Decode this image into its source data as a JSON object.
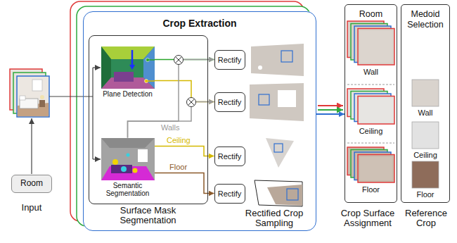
{
  "diagram": {
    "nodes": [
      {
        "text": [
          "Room"
        ]
      },
      {
        "text": [
          "Crop Extraction"
        ]
      },
      {
        "text": [
          "Surface Mask Segmentation"
        ],
        "in": 1
      },
      {
        "text": [
          "Plane Detection"
        ],
        "in": 2
      },
      {
        "text": [
          "Semantic Segmentation"
        ],
        "in": 2
      },
      {
        "text": [
          "Rectify"
        ],
        "in": 1
      },
      {
        "text": [
          "Rectify"
        ],
        "in": 1
      },
      {
        "text": [
          "Rectify"
        ],
        "in": 1
      },
      {
        "text": [
          "Rectify"
        ],
        "in": 1
      },
      {
        "text": [
          "Room"
        ]
      },
      {
        "text": [
          "Wall"
        ],
        "in": 9
      },
      {
        "text": [
          "Ceiling"
        ],
        "in": 9
      },
      {
        "text": [
          "Floor"
        ],
        "in": 9
      },
      {
        "text": [
          "Medoid Selection"
        ]
      },
      {
        "text": [
          "Wall"
        ],
        "in": 13
      },
      {
        "text": [
          "Ceiling"
        ],
        "in": 13
      },
      {
        "text": [
          "Floor"
        ],
        "in": 13
      }
    ],
    "edges": [
      {
        "from": 3,
        "to": 5,
        "arrow": "to"
      },
      {
        "from": 3,
        "to": 6,
        "arrow": "to"
      },
      {
        "from": 4,
        "to": 5,
        "arrow": "to"
      },
      {
        "from": 4,
        "to": 6,
        "arrow": "to",
        "label": "Walls"
      },
      {
        "from": 4,
        "to": 7,
        "arrow": "to",
        "label": "Ceiling"
      },
      {
        "from": 4,
        "to": 8,
        "arrow": "to",
        "label": "Floor"
      },
      {
        "from": 1,
        "to": 9,
        "arrow": "to"
      }
    ],
    "labels": [
      "Input",
      "Rectified Crop Sampling",
      "Crop Surface Assignment",
      "Reference Crop"
    ]
  }
}
